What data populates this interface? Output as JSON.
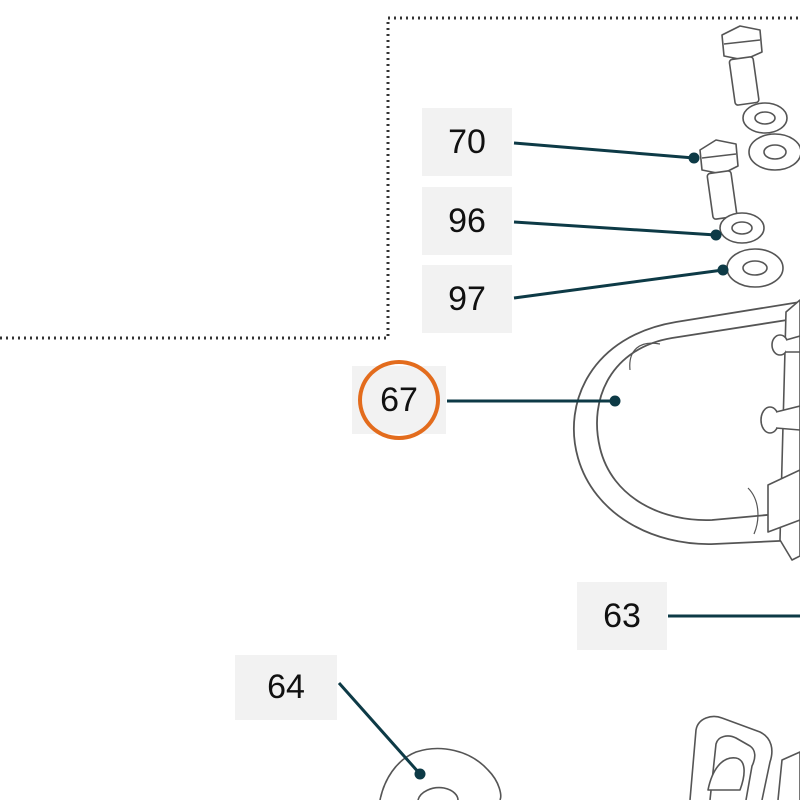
{
  "diagram": {
    "type": "exploded-parts-diagram",
    "highlight_color": "#e36c1d",
    "leader_color": "#0d3a46",
    "callouts": [
      {
        "id": "70",
        "label": "70"
      },
      {
        "id": "96",
        "label": "96"
      },
      {
        "id": "97",
        "label": "97"
      },
      {
        "id": "67",
        "label": "67",
        "highlighted": true
      },
      {
        "id": "63",
        "label": "63"
      },
      {
        "id": "64",
        "label": "64"
      }
    ]
  }
}
